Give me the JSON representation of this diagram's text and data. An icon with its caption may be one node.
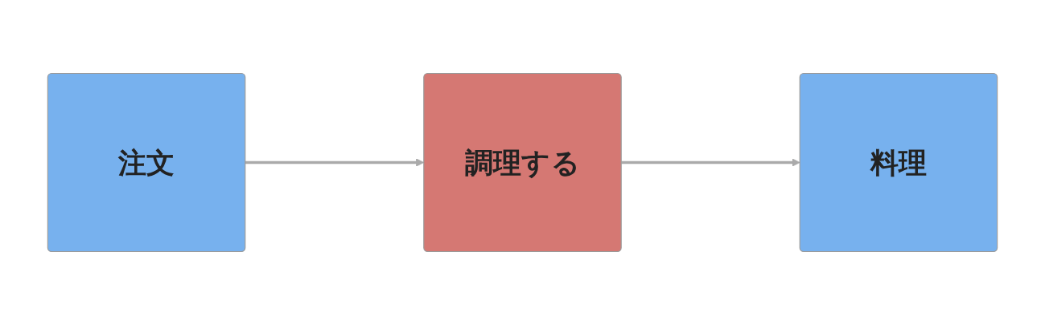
{
  "diagram": {
    "nodes": [
      {
        "text": [
          "注文"
        ]
      },
      {
        "text": [
          "調理する"
        ]
      },
      {
        "text": [
          "料理"
        ]
      }
    ],
    "edges": [
      {
        "from": 0,
        "to": 1,
        "arrow": "to"
      },
      {
        "from": 1,
        "to": 2,
        "arrow": "to"
      }
    ]
  }
}
